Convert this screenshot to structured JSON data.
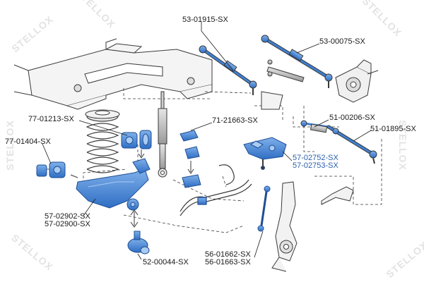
{
  "watermark": "STELLOX",
  "labels": {
    "p53_01915": "53-01915-SX",
    "p53_00075": "53-00075-SX",
    "p77_01213": "77-01213-SX",
    "p71_21663": "71-21663-SX",
    "p51_00206": "51-00206-SX",
    "p77_01404": "77-01404-SX",
    "p51_01895": "51-01895-SX",
    "p57_02752": "57-02752-SX",
    "p57_02753": "57-02753-SX",
    "p57_02902": "57-02902-SX",
    "p57_02900": "57-02900-SX",
    "p52_00044": "52-00044-SX",
    "p56_01662": "56-01662-SX",
    "p56_01663": "56-01663-SX"
  },
  "colors": {
    "highlight_part": "#3f7fd0",
    "highlight_label": "#2a5fae",
    "line_art": "#3a3a3a",
    "label_text": "#1a1a1a"
  }
}
